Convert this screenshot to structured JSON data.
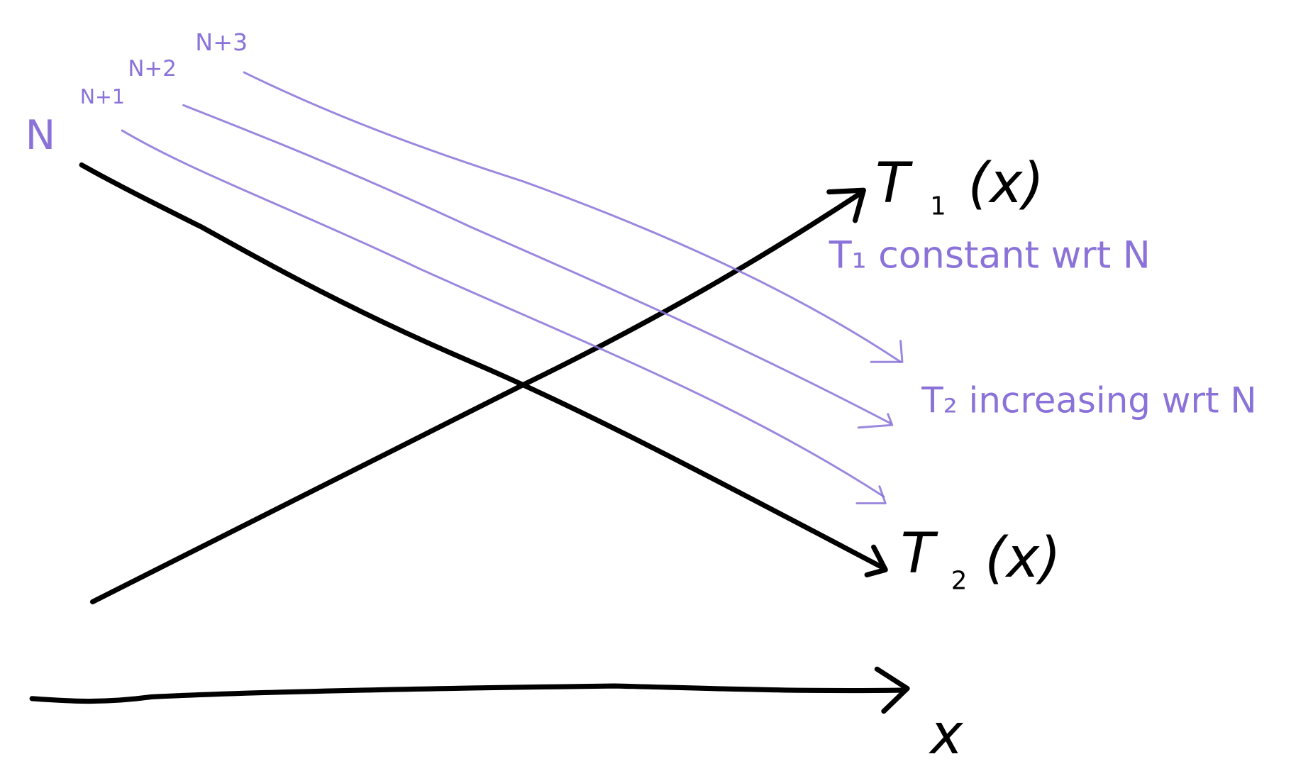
{
  "labels": {
    "n0": "N",
    "n1": "N+1",
    "n2": "N+2",
    "n3": "N+3",
    "t1_main": "T",
    "t1_sub": "1",
    "t1_arg": "(x)",
    "t2_main": "T",
    "t2_sub": "2",
    "t2_arg": "(x)",
    "x_axis": "x",
    "note_t1": "T₁ constant wrt N",
    "note_t2": "T₂ increasing wrt N"
  },
  "colors": {
    "ink": "#000000",
    "annotation": "#8a72d8"
  }
}
